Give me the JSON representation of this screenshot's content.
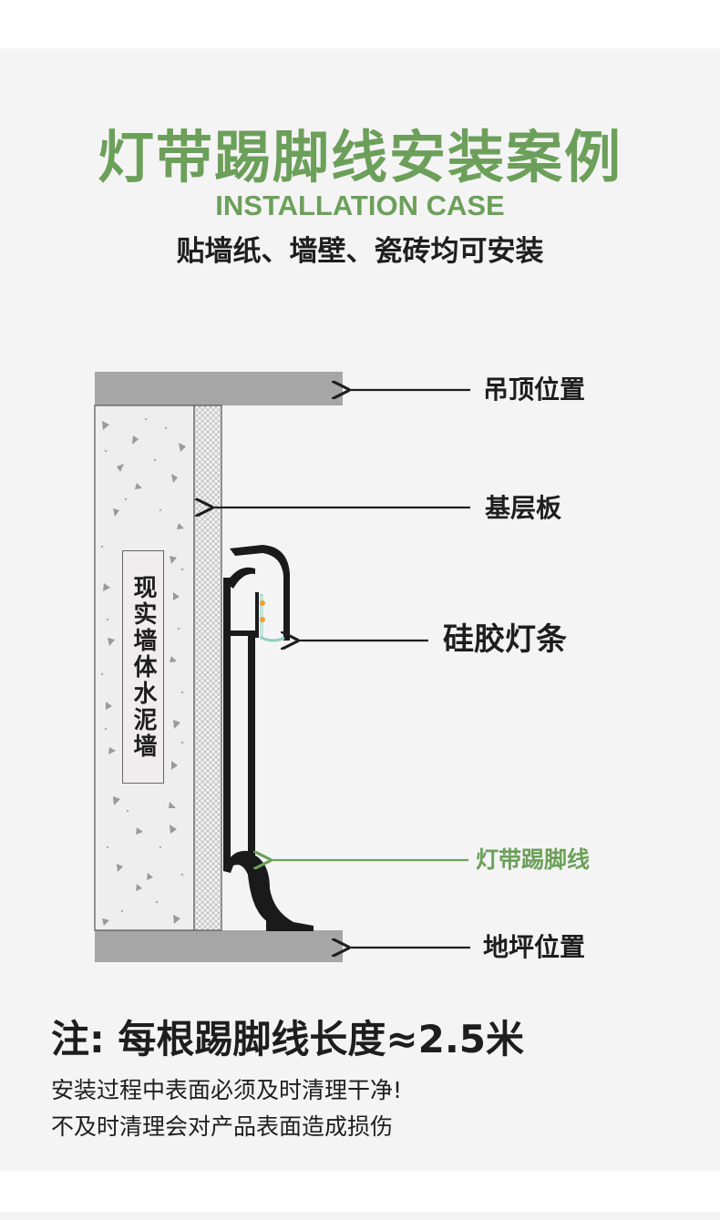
{
  "header": {
    "title": "灯带踢脚线安装案例",
    "subtitle": "INSTALLATION CASE",
    "tagline": "贴墙纸、墙壁、瓷砖均可安装"
  },
  "diagram": {
    "wall_label": "现实墙体水泥墙",
    "labels": {
      "ceiling": "吊顶位置",
      "base_board": "基层板",
      "silicone_strip": "硅胶灯条",
      "skirting_line": "灯带踢脚线",
      "floor": "地坪位置"
    },
    "colors": {
      "accent_green": "#6ca05a",
      "slab_gray": "#a6a6a6",
      "profile_black": "#1a1a1a",
      "led_orange": "#f0a030",
      "diffuser_teal": "#8fd0c0"
    }
  },
  "notes": {
    "main": "注: 每根踢脚线长度≈2.5米",
    "line1": "安装过程中表面必须及时清理干净!",
    "line2": "不及时清理会对产品表面造成损伤"
  }
}
